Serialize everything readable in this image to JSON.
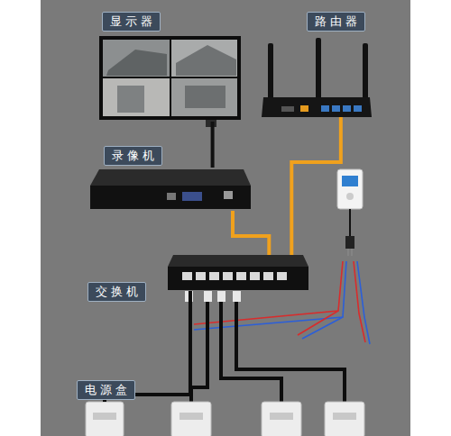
{
  "diagram": {
    "nodes": [
      {
        "text": [
          "显示器"
        ]
      },
      {
        "text": [
          "路由器"
        ]
      },
      {
        "text": [
          "录像机"
        ]
      },
      {
        "text": [
          "交换机"
        ]
      },
      {
        "text": [
          "电源盒"
        ]
      }
    ],
    "edges": [
      {
        "from": 0,
        "to": 2,
        "arrow": "none"
      },
      {
        "from": 1,
        "to": 3,
        "arrow": "none"
      },
      {
        "from": 2,
        "to": 3,
        "arrow": "none"
      },
      {
        "from": 3,
        "to": 4,
        "arrow": "none"
      }
    ]
  }
}
